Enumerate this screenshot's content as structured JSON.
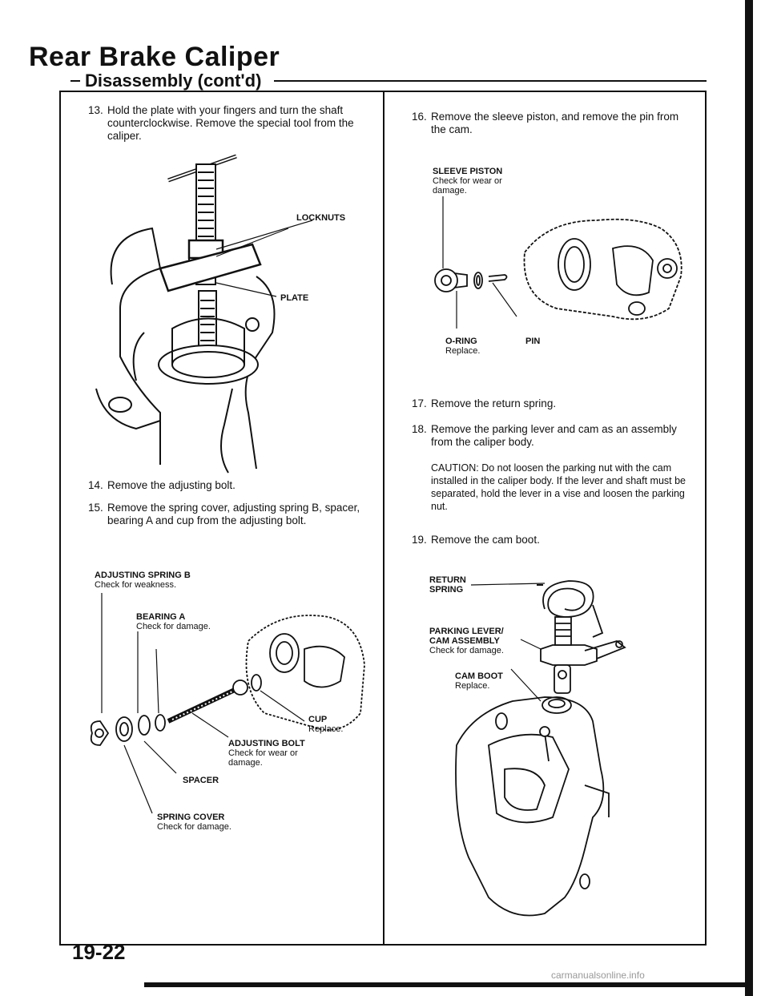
{
  "header": {
    "title": "Rear Brake Caliper",
    "subtitle": "Disassembly (cont'd)"
  },
  "left": {
    "step13": {
      "num": "13.",
      "text": "Hold the plate with your fingers and turn the shaft counterclockwise. Remove the special tool from the caliper."
    },
    "fig1": {
      "lockknuts": "LOCKNUTS",
      "plate": "PLATE"
    },
    "step14": {
      "num": "14.",
      "text": "Remove the adjusting bolt."
    },
    "step15": {
      "num": "15.",
      "text": "Remove the spring cover, adjusting spring B, spacer, bearing A and cup from the adjusting bolt."
    },
    "fig2": {
      "adjusting_spring_b": "ADJUSTING SPRING B",
      "adjusting_spring_b_note": "Check for weakness.",
      "bearing_a": "BEARING A",
      "bearing_a_note": "Check for damage.",
      "cup": "CUP",
      "cup_note": "Replace.",
      "adjusting_bolt": "ADJUSTING BOLT",
      "adjusting_bolt_note": "Check for wear or damage.",
      "spacer": "SPACER",
      "spring_cover": "SPRING COVER",
      "spring_cover_note": "Check for damage."
    }
  },
  "right": {
    "step16": {
      "num": "16.",
      "text": "Remove the sleeve piston, and remove the pin from the cam."
    },
    "fig3": {
      "sleeve_piston": "SLEEVE PISTON",
      "sleeve_piston_note": "Check for wear or damage.",
      "o_ring": "O-RING",
      "o_ring_note": "Replace.",
      "pin": "PIN"
    },
    "step17": {
      "num": "17.",
      "text": "Remove the return spring."
    },
    "step18": {
      "num": "18.",
      "text": "Remove the parking lever and cam as an assembly from the caliper body."
    },
    "caution": "CAUTION: Do not loosen the parking nut with the cam installed in the caliper body. If the lever and shaft must be separated, hold the lever in a vise and loosen the parking nut.",
    "step19": {
      "num": "19.",
      "text": "Remove the cam boot."
    },
    "fig4": {
      "return_spring": "RETURN SPRING",
      "parking_lever": "PARKING LEVER/ CAM ASSEMBLY",
      "parking_lever_note": "Check for damage.",
      "cam_boot": "CAM BOOT",
      "cam_boot_note": "Replace."
    }
  },
  "footer": {
    "page_number": "19-22",
    "watermark": "carmanualsonline.info"
  }
}
